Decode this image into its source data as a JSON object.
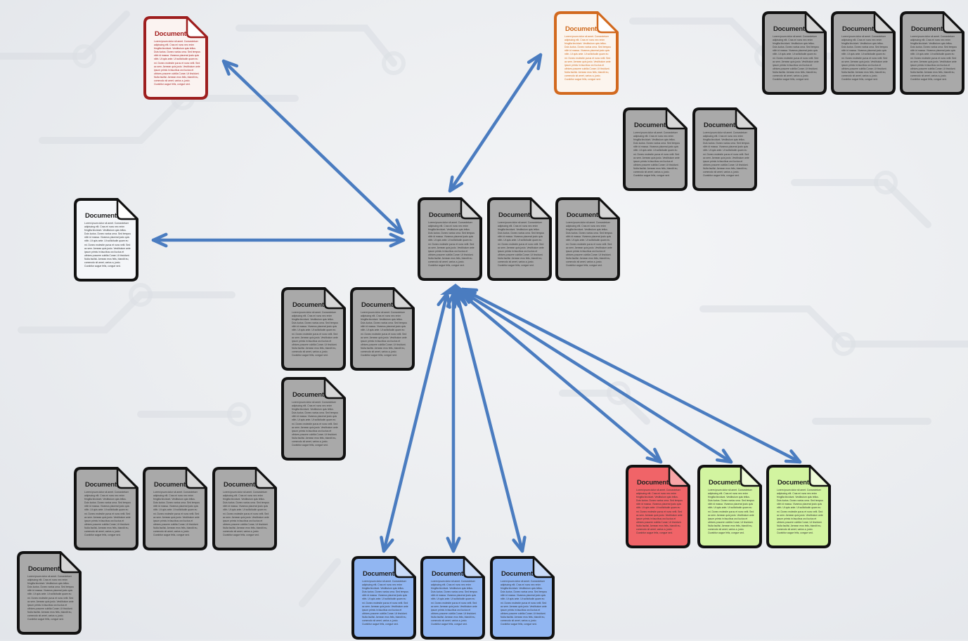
{
  "doc_title": "Document",
  "doc_body": "Lorem ipsum dolor sit amet. Consectetuer adipiscing elit. Cras mi nunc nec enim fringilla tincidunt. Vestibulum quis tellus. Duis luctus. Donec varius urna. Sed tempus nibh id massa. Vivamus placerat justo quis nibh. Ut quis ante. Ut sollicitudin quam eu mi. Donec molestie purus et nunc velit. Sed ac sem. Aenean quis justo. Vestibulum ante ipsum primis in faucibus orci luctus et ultrices posuere cubilia Curae; Ut tincidunt. Nulla facilisi. Aenean eros felis, blandit eu, commodo sit amet, varius a, justo. Curabitur augue felis, congue sed.",
  "colors": {
    "gray": "#a9a9a9",
    "white": "#f4f6f9",
    "red_outline": "#9e1e1e",
    "orange_outline": "#d2691e",
    "red_fill": "#f06468",
    "green_fill": "#d2f4a0",
    "blue_fill": "#91b6f2",
    "arrow": "#4a7cc0"
  },
  "documents": [
    {
      "id": "doc-red-outline",
      "style": "red-outline"
    },
    {
      "id": "doc-orange-outline",
      "style": "orange-outline"
    },
    {
      "id": "doc-white",
      "style": "white"
    },
    {
      "id": "doc-top-right-1",
      "style": "gray"
    },
    {
      "id": "doc-top-right-2",
      "style": "gray"
    },
    {
      "id": "doc-top-right-3",
      "style": "gray"
    },
    {
      "id": "doc-right-mid-1",
      "style": "gray"
    },
    {
      "id": "doc-right-mid-2",
      "style": "gray"
    },
    {
      "id": "doc-center-hub",
      "style": "gray"
    },
    {
      "id": "doc-center-2",
      "style": "gray"
    },
    {
      "id": "doc-center-3",
      "style": "gray"
    },
    {
      "id": "doc-mid-left-1",
      "style": "gray"
    },
    {
      "id": "doc-mid-left-2",
      "style": "gray"
    },
    {
      "id": "doc-mid-left-3",
      "style": "gray"
    },
    {
      "id": "doc-bottom-left-1",
      "style": "gray"
    },
    {
      "id": "doc-bottom-left-2",
      "style": "gray"
    },
    {
      "id": "doc-bottom-left-3",
      "style": "gray"
    },
    {
      "id": "doc-bottom-left-4",
      "style": "gray"
    },
    {
      "id": "doc-blue-1",
      "style": "blue"
    },
    {
      "id": "doc-blue-2",
      "style": "blue"
    },
    {
      "id": "doc-blue-3",
      "style": "blue"
    },
    {
      "id": "doc-red-fill",
      "style": "red"
    },
    {
      "id": "doc-green-1",
      "style": "green"
    },
    {
      "id": "doc-green-2",
      "style": "green"
    }
  ],
  "connections": [
    {
      "from": "doc-center-hub",
      "to": "doc-red-outline"
    },
    {
      "from": "doc-center-hub",
      "to": "doc-orange-outline"
    },
    {
      "from": "doc-center-hub",
      "to": "doc-white"
    },
    {
      "from": "doc-center-hub",
      "to": "doc-blue-1"
    },
    {
      "from": "doc-center-hub",
      "to": "doc-blue-2"
    },
    {
      "from": "doc-center-hub",
      "to": "doc-blue-3"
    },
    {
      "from": "doc-center-hub",
      "to": "doc-red-fill"
    },
    {
      "from": "doc-center-hub",
      "to": "doc-green-1"
    },
    {
      "from": "doc-center-hub",
      "to": "doc-green-2"
    }
  ]
}
